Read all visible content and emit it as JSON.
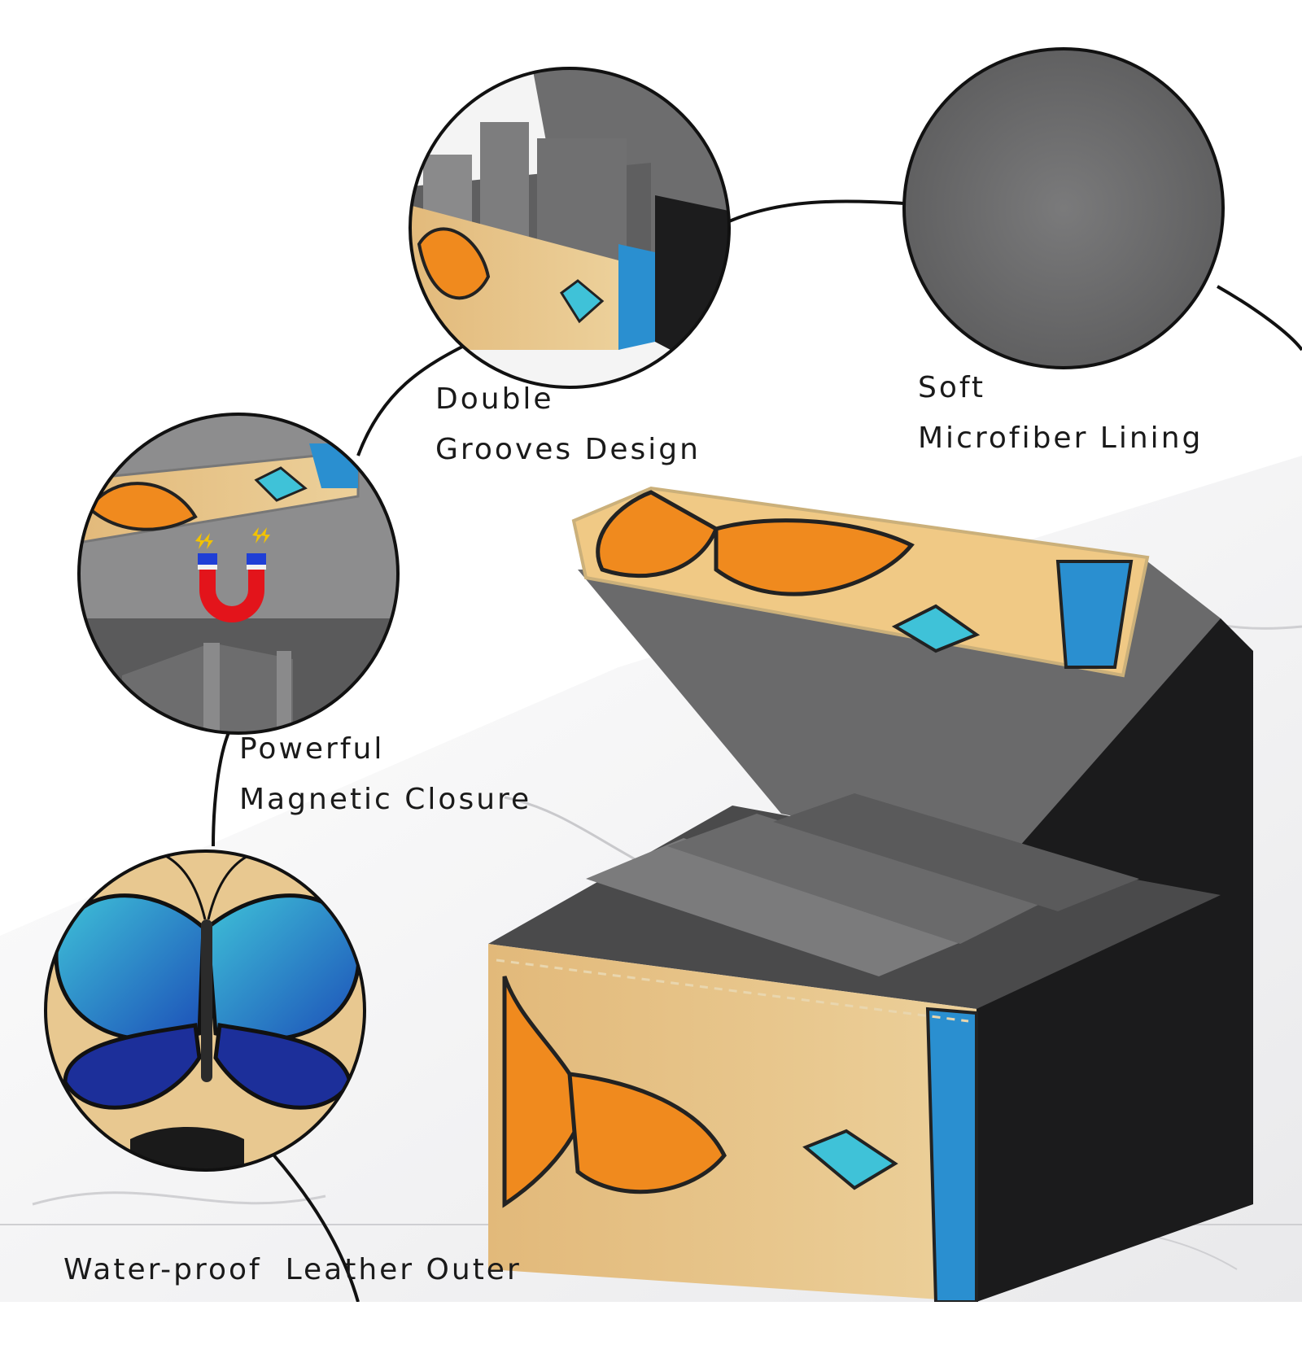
{
  "features": {
    "grooves": {
      "line1": "Double",
      "line2": "Grooves Design"
    },
    "lining": {
      "line1": "Soft",
      "line2": "Microfiber Lining"
    },
    "magnet": {
      "line1": "Powerful",
      "line2": "Magnetic Closure"
    },
    "outer": {
      "line1": "Water-proof  Leather Outer"
    }
  },
  "colors": {
    "orange_wing": "#f08a1e",
    "blue_wing": "#2a8fd0",
    "teal_wing": "#3fc2d8",
    "tan_leather": "#e7c48a",
    "felt_grey": "#6f6f70",
    "box_black": "#1a1a1a",
    "magnet_red": "#e3141b",
    "magnet_blue": "#1f3fd6"
  },
  "icons": [
    "magnet-icon",
    "lightning-icon",
    "butterfly-icon"
  ]
}
